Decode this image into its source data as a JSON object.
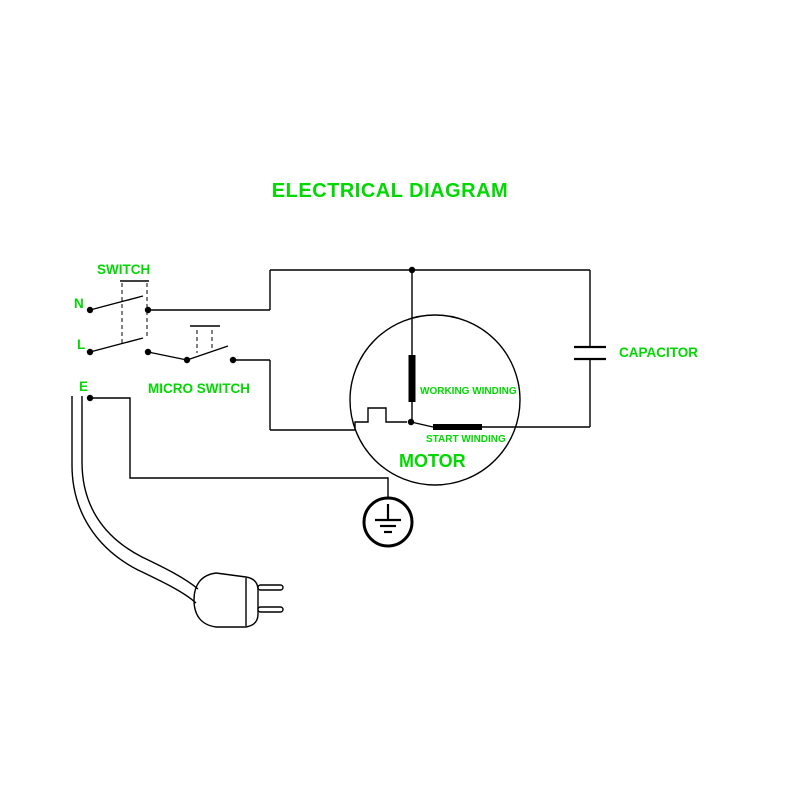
{
  "title": "ELECTRICAL DIAGRAM",
  "colors": {
    "label_green": "#00D900",
    "line_black": "#000000",
    "background": "#FFFFFF"
  },
  "labels": {
    "switch": "SWITCH",
    "terminal_n": "N",
    "terminal_l": "L",
    "terminal_e": "E",
    "micro_switch": "MICRO SWITCH",
    "capacitor": "CAPACITOR",
    "working_winding": "WORKING WINDING",
    "start_winding": "START WINDING",
    "motor": "MOTOR"
  },
  "symbols": [
    "double-pole-switch-symbol",
    "micro-switch-symbol",
    "centrifugal-switch-symbol",
    "working-winding-bar",
    "start-winding-bar",
    "motor-circle",
    "capacitor-plates",
    "earth-ground-symbol",
    "power-cord",
    "euro-plug",
    "junction-dots",
    "terminal-dots"
  ]
}
